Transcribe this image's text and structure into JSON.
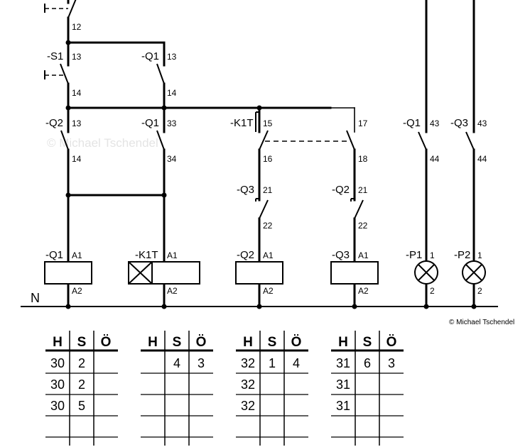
{
  "watermark": "© Michael Tschendel",
  "copyright": "© Michael Tschendel",
  "neutral_label": "N",
  "contacts": {
    "s_top": {
      "bottom": "12"
    },
    "s1": {
      "name": "-S1",
      "top": "13",
      "bottom": "14"
    },
    "q1_a": {
      "name": "-Q1",
      "top": "13",
      "bottom": "14"
    },
    "q2_a": {
      "name": "-Q2",
      "top": "13",
      "bottom": "14"
    },
    "q1_b": {
      "name": "-Q1",
      "top": "33",
      "bottom": "34"
    },
    "k1t_a": {
      "name": "-K1T",
      "top": "15",
      "bottom": "16"
    },
    "k1t_b": {
      "top": "17",
      "bottom": "18"
    },
    "q3_a": {
      "name": "-Q3",
      "top": "21",
      "bottom": "22"
    },
    "q2_b": {
      "name": "-Q2",
      "top": "21",
      "bottom": "22"
    },
    "q1_c": {
      "name": "-Q1",
      "top": "43",
      "bottom": "44"
    },
    "q3_c": {
      "name": "-Q3",
      "top": "43",
      "bottom": "44"
    }
  },
  "coils": [
    {
      "name": "-Q1",
      "top": "A1",
      "bottom": "A2"
    },
    {
      "name": "-K1T",
      "top": "A1",
      "bottom": "A2"
    },
    {
      "name": "-Q2",
      "top": "A1",
      "bottom": "A2"
    },
    {
      "name": "-Q3",
      "top": "A1",
      "bottom": "A2"
    }
  ],
  "lamps": [
    {
      "name": "-P1",
      "top": "1",
      "bottom": "2"
    },
    {
      "name": "-P2",
      "top": "1",
      "bottom": "2"
    }
  ],
  "tables": [
    {
      "headers": [
        "H",
        "S",
        "Ö"
      ],
      "rows": [
        [
          "30",
          "2",
          ""
        ],
        [
          "30",
          "2",
          ""
        ],
        [
          "30",
          "5",
          ""
        ],
        [
          "",
          "",
          ""
        ],
        [
          "",
          "",
          ""
        ]
      ]
    },
    {
      "headers": [
        "H",
        "S",
        "Ö"
      ],
      "rows": [
        [
          "",
          "4",
          "3"
        ],
        [
          "",
          "",
          ""
        ],
        [
          "",
          "",
          ""
        ],
        [
          "",
          "",
          ""
        ],
        [
          "",
          "",
          ""
        ]
      ]
    },
    {
      "headers": [
        "H",
        "S",
        "Ö"
      ],
      "rows": [
        [
          "32",
          "1",
          "4"
        ],
        [
          "32",
          "",
          ""
        ],
        [
          "32",
          "",
          ""
        ],
        [
          "",
          "",
          ""
        ],
        [
          "",
          "",
          ""
        ]
      ]
    },
    {
      "headers": [
        "H",
        "S",
        "Ö"
      ],
      "rows": [
        [
          "31",
          "6",
          "3"
        ],
        [
          "31",
          "",
          ""
        ],
        [
          "31",
          "",
          ""
        ],
        [
          "",
          "",
          ""
        ],
        [
          "",
          "",
          ""
        ]
      ]
    }
  ]
}
